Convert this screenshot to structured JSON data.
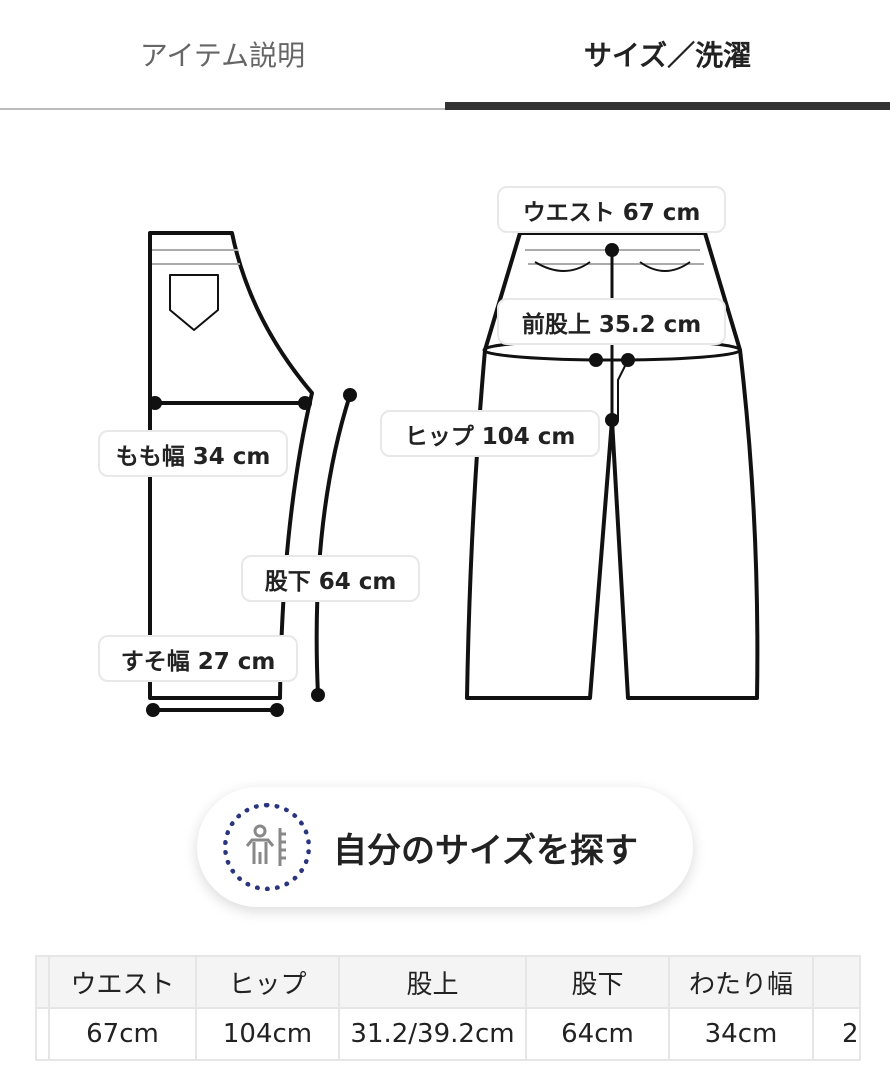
{
  "tabs": [
    {
      "label": "アイテム説明",
      "active": false
    },
    {
      "label": "サイズ／洗濯",
      "active": true
    }
  ],
  "diagram": {
    "waist": "ウエスト 67 cm",
    "front_rise": "前股上 35.2 cm",
    "hip": "ヒップ 104 cm",
    "thigh": "もも幅 34 cm",
    "inseam": "股下 64 cm",
    "hem": "すそ幅 27 cm"
  },
  "find_size_button": {
    "label": "自分のサイズを探す",
    "icon": "body-measure-icon",
    "accent": "#2a3580"
  },
  "size_table": {
    "headers": [
      "",
      "ウエスト",
      "ヒップ",
      "股上",
      "股下",
      "わたり幅",
      ""
    ],
    "rows": [
      [
        "",
        "67cm",
        "104cm",
        "31.2/39.2cm",
        "64cm",
        "34cm",
        "2"
      ]
    ]
  }
}
